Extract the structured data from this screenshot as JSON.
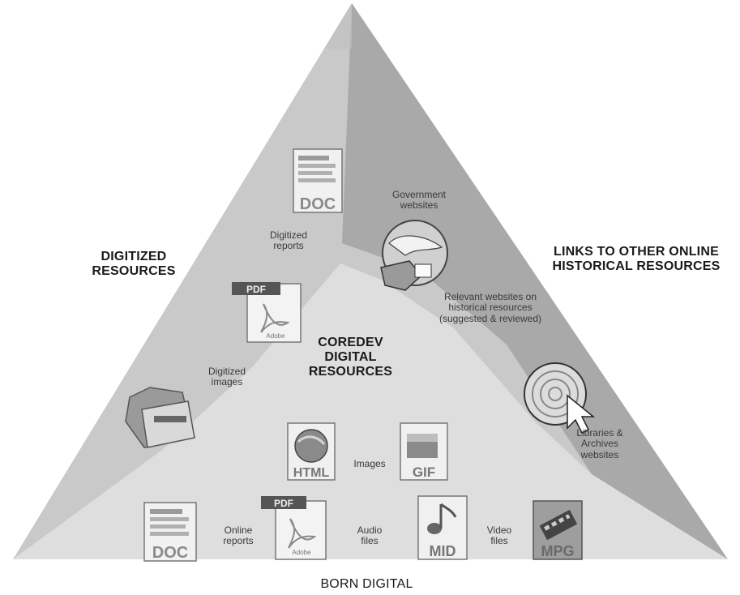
{
  "regions": {
    "digitized": "DIGITIZED\nRESOURCES",
    "links": "LINKS TO OTHER ONLINE\nHISTORICAL RESOURCES",
    "coredev": "COREDEV\nDIGITAL\nRESOURCES",
    "born": "BORN DIGITAL"
  },
  "captions": {
    "digitized_reports": "Digitized\nreports",
    "digitized_images": "Digitized\nimages",
    "government": "Government\nwebsites",
    "relevant": "Relevant websites on\nhistorical resources\n(suggested & reviewed)",
    "libraries": "Libraries &\nArchives\nwebsites",
    "images": "Images",
    "online_reports": "Online\nreports",
    "audio": "Audio\nfiles",
    "video": "Video\nfiles"
  },
  "file_icons": {
    "doc": "DOC",
    "pdf": "PDF",
    "html": "HTML",
    "gif": "GIF",
    "mid": "MID",
    "mpg": "MPG",
    "adobe": "Adobe"
  },
  "colors": {
    "outer_triangle": "#c9c9c9",
    "links_region": "#a8a8a8",
    "born_region": "#dcdcdc",
    "icon_text": "#7a7a7a"
  }
}
